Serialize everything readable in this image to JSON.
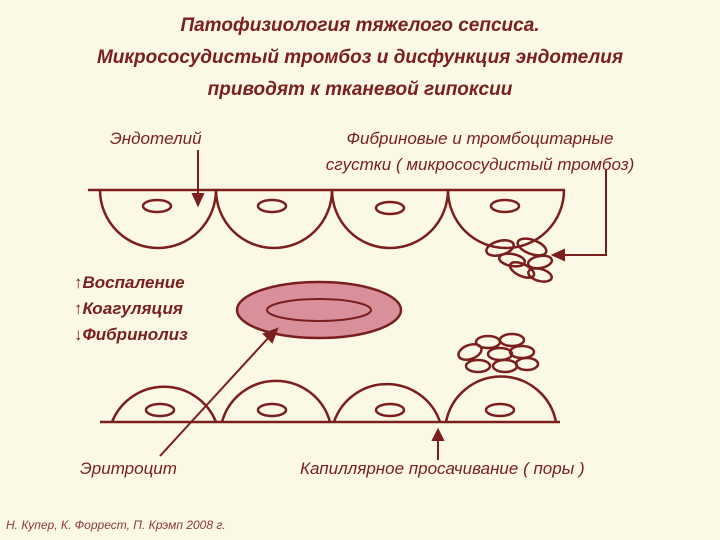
{
  "title": {
    "line1": "Патофизиология тяжелого сепсиса.",
    "line2": "Микрососудистый тромбоз и дисфункция эндотелия",
    "line3": "приводят к тканевой гипоксии"
  },
  "labels": {
    "endothelium": "Эндотелий",
    "clots_line1": "Фибриновые и тромбоцитарные",
    "clots_line2": "сгустки ( микрососудистый тромбоз)",
    "erythrocyte": "Эритроцит",
    "capillary_leak": "Капиллярное просачивание ( поры )"
  },
  "effects": [
    {
      "arrow": "↑",
      "text": "Воспаление"
    },
    {
      "arrow": "↑",
      "text": "Коагуляция"
    },
    {
      "arrow": "↓",
      "text": "Фибринолиз"
    }
  ],
  "credit": "Н. Купер, К. Форрест, П. Крэмп 2008 г.",
  "colors": {
    "stroke": "#7a1e1e",
    "erythrocyte_fill": "#d9909a",
    "background": "#fbf8e6"
  }
}
